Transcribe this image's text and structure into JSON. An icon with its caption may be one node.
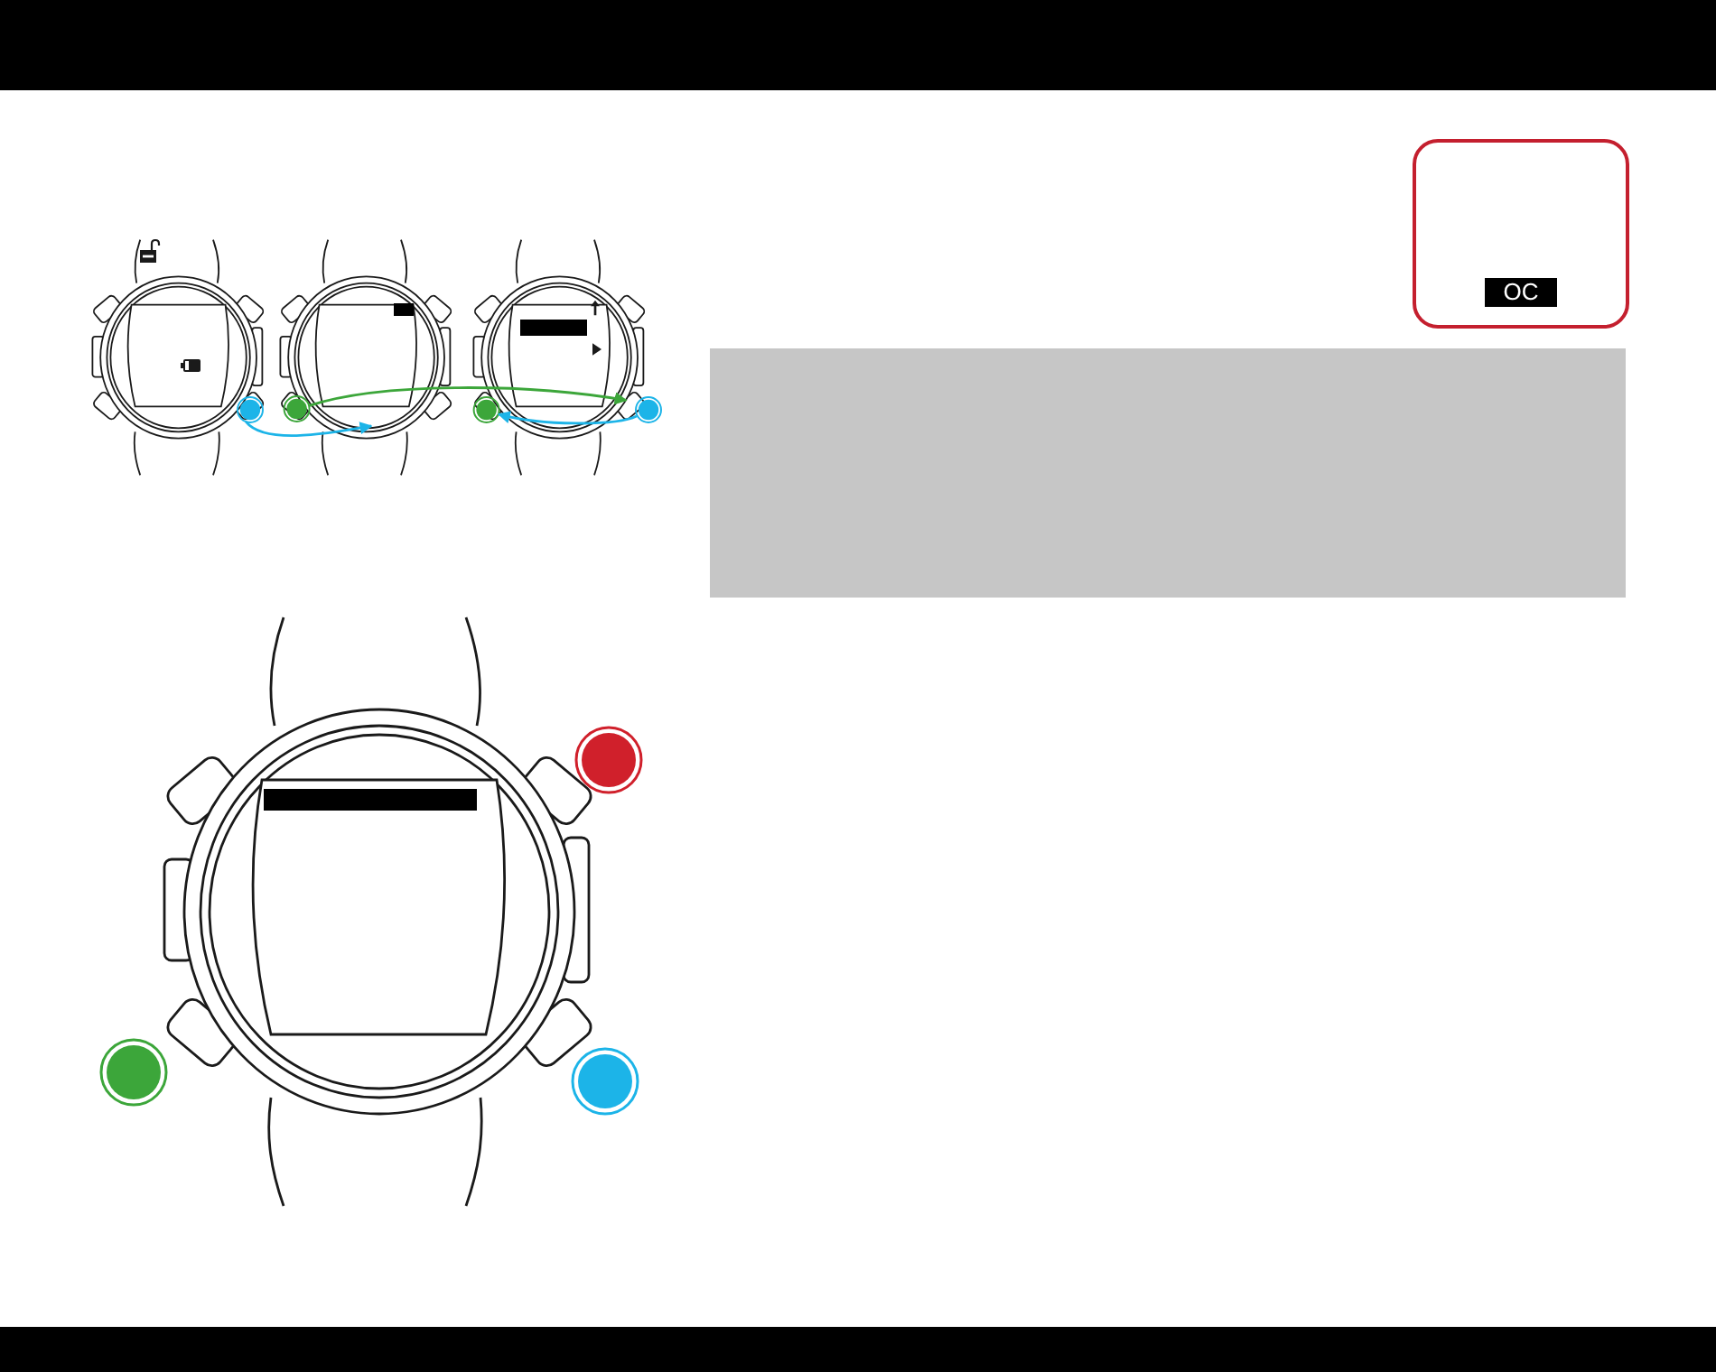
{
  "diagram": {
    "nodes": [
      {
        "text": [],
        "shape": "picture"
      },
      {
        "text": [],
        "shape": "circle",
        "in": 0
      },
      {
        "text": [],
        "shape": "picture"
      },
      {
        "text": [],
        "shape": "circle",
        "in": 2
      },
      {
        "text": [],
        "shape": "picture"
      },
      {
        "text": [],
        "shape": "circle",
        "in": 4
      },
      {
        "text": [],
        "shape": "circle"
      },
      {
        "text": [
          "OC"
        ]
      },
      {
        "text": [],
        "shape": "box"
      }
    ],
    "edges": [
      {
        "from": 1,
        "to": 2,
        "arrow": "to"
      },
      {
        "from": 3,
        "to": 4,
        "arrow": "to",
        "color": "#3ca63a"
      },
      {
        "from": 6,
        "to": 5,
        "arrow": "to"
      }
    ]
  }
}
